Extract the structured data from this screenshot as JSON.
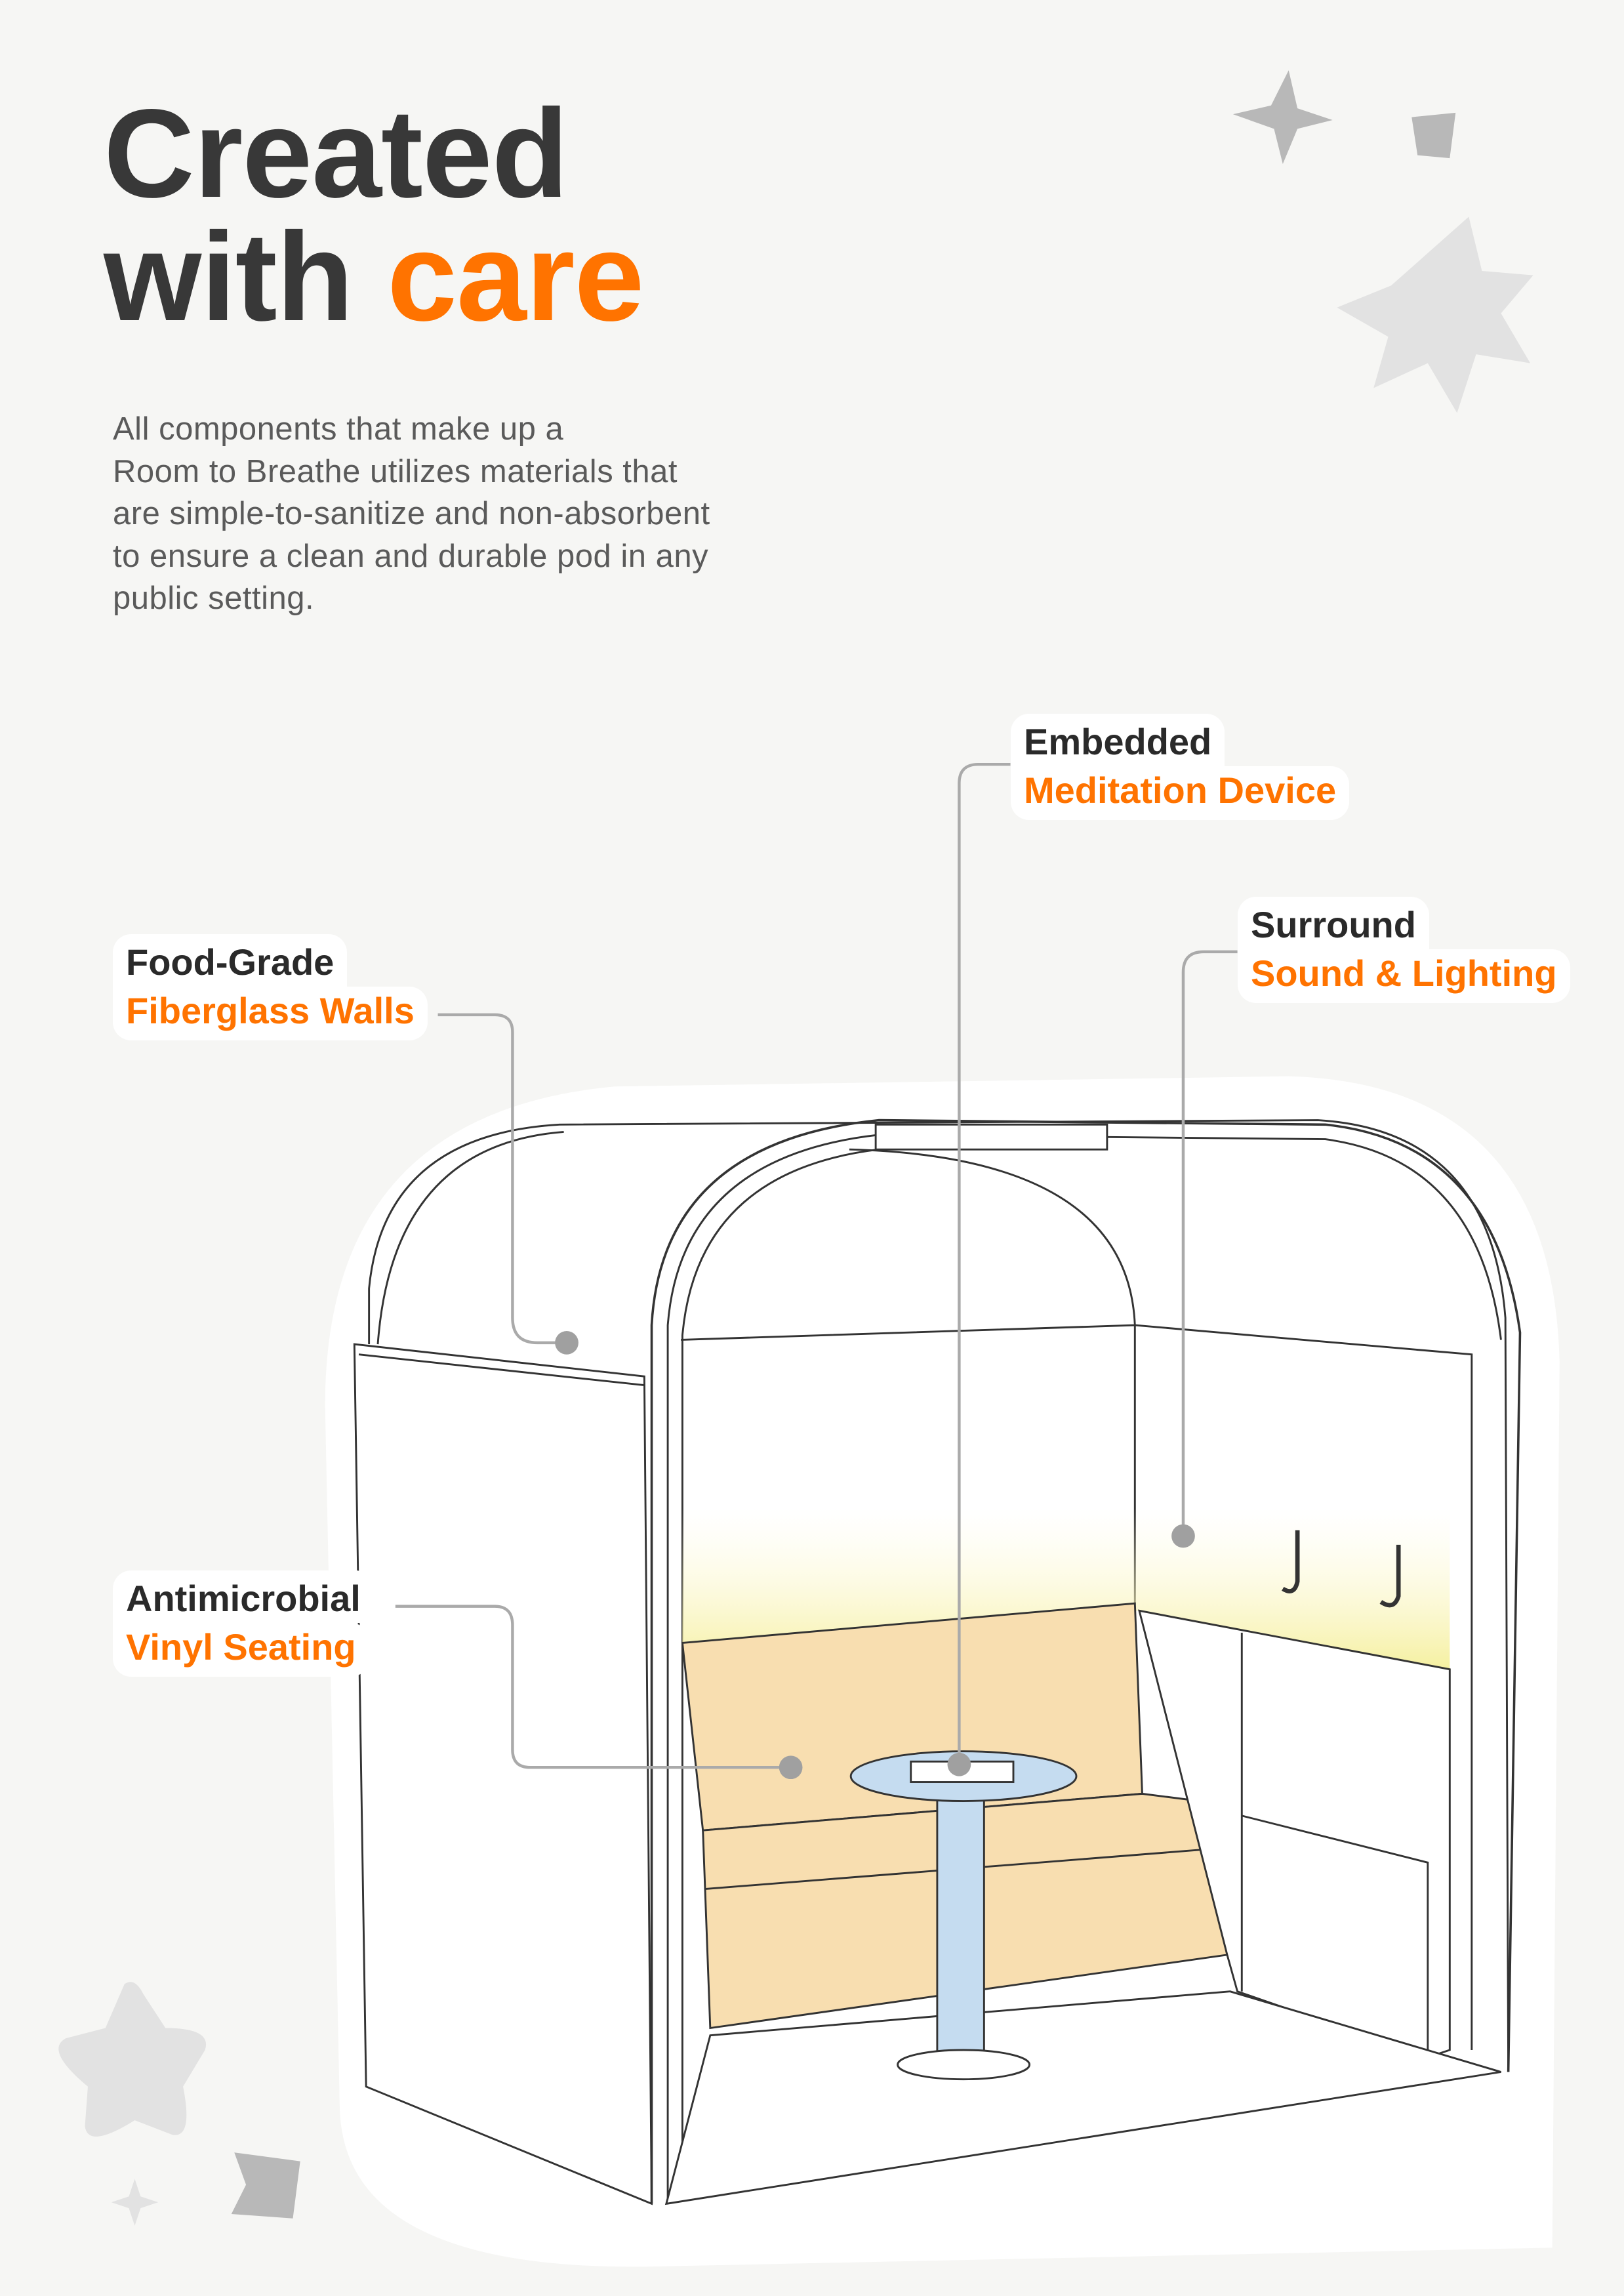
{
  "heading": {
    "line1": "Created",
    "line2_prefix": "with ",
    "line2_accent": "care"
  },
  "intro": {
    "lines": [
      "All components that make up a",
      "Room to Breathe utilizes materials that",
      "are simple-to-sanitize and non-absorbent",
      "to ensure a clean and durable pod in any",
      "public setting."
    ]
  },
  "callouts": {
    "meditation": {
      "line1": "Embedded",
      "line2": "Meditation Device"
    },
    "sound": {
      "line1": "Surround",
      "line2": "Sound & Lighting"
    },
    "walls": {
      "line1": "Food-Grade",
      "line2": "Fiberglass Walls"
    },
    "seating": {
      "line1": "Antimicrobial",
      "line2": "Vinyl Seating"
    }
  },
  "colors": {
    "accent": "#ff7300",
    "text": "#383838",
    "background": "#f6f6f4",
    "seat": "#f8deb0",
    "table": "#c5dcf0"
  }
}
